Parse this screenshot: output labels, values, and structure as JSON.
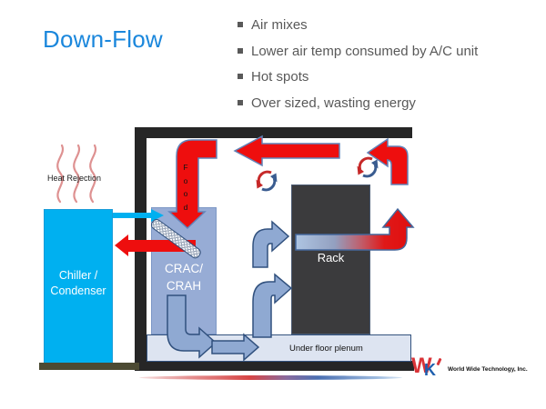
{
  "slide": {
    "title": "Down-Flow",
    "title_color": "#1B87DC",
    "bullets": [
      "Air mixes",
      "Lower air temp consumed by A/C unit",
      "Hot spots",
      "Over sized, wasting energy"
    ],
    "bullet_color": "#595959"
  },
  "diagram": {
    "heat_rejection_label": "Heat Rejection",
    "chiller_label_line1": "Chiller /",
    "chiller_label_line2": "Condenser",
    "crac_label_line1": "CRAC/",
    "crac_label_line2": "CRAH",
    "rack_label": "Rack",
    "plenum_label": "Under floor plenum",
    "food_letters": [
      "F",
      "o",
      "o",
      "d"
    ],
    "icons": [
      "air-mixing-swirl-icon",
      "heat-waves-icon"
    ],
    "colors": {
      "hot_air": "#EE0E0E",
      "cold_air": "#8FA9D2",
      "cold_air_border": "#31517E",
      "chiller": "#00B0F0",
      "wall": "#262626",
      "rack": "#3B3B3D",
      "plenum": "#DDE4F1",
      "heat_waves": "#DE9191"
    }
  },
  "footer": {
    "logo_text": "World Wide Technology, Inc."
  }
}
